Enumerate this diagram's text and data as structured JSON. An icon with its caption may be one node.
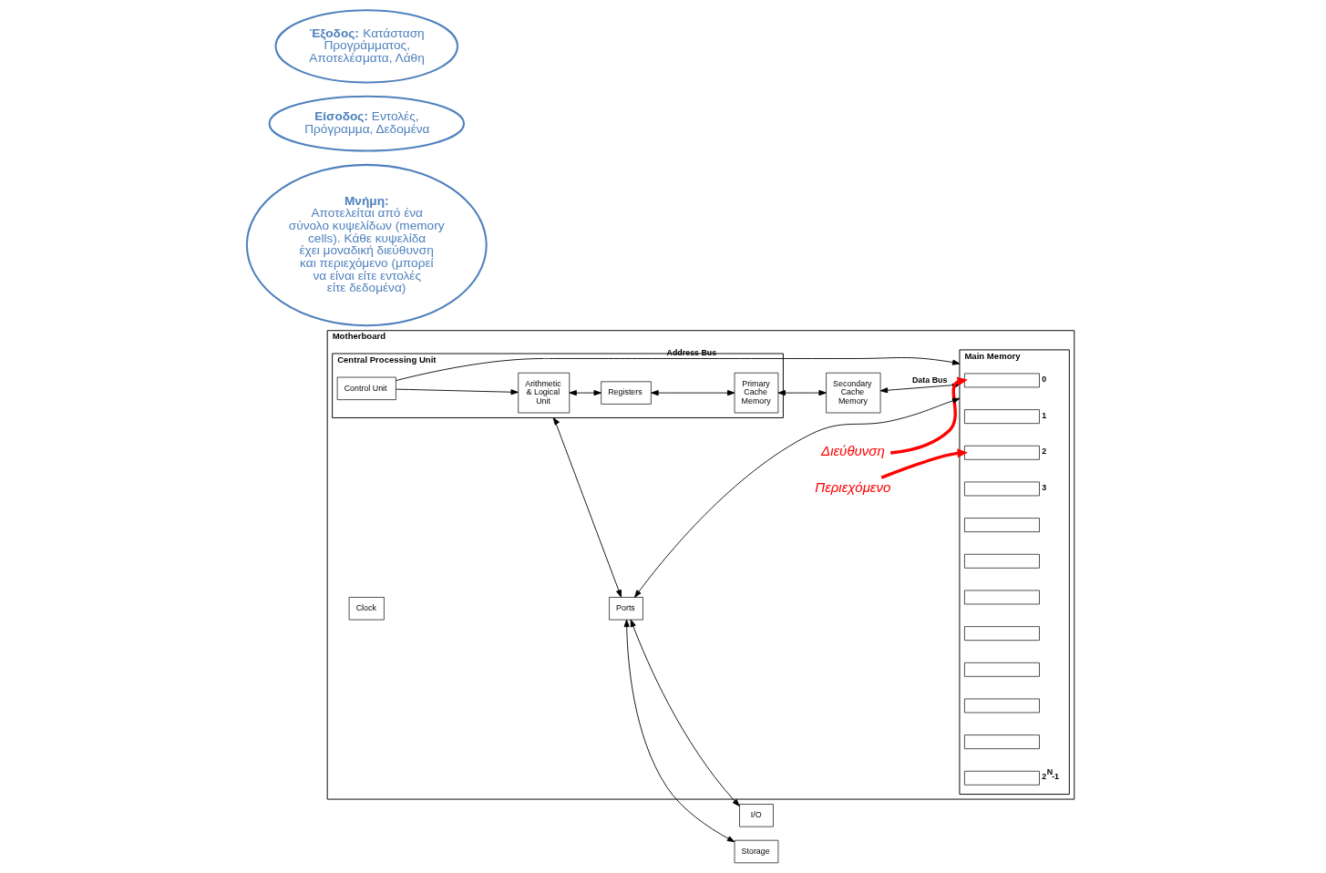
{
  "diagram": {
    "nodes": [
      {
        "text": [
          "Motherboard"
        ]
      },
      {
        "text": [
          "Central Processing Unit"
        ],
        "in": 0
      },
      {
        "text": [
          "Arithmetic & Logical Unit"
        ],
        "in": 1
      },
      {
        "text": [
          "Control Unit"
        ],
        "in": 1
      },
      {
        "text": [
          "Registers"
        ],
        "in": 1
      },
      {
        "text": [
          "Primary Cache Memory"
        ],
        "in": 1
      },
      {
        "text": [
          "Secondary Cache Memory"
        ],
        "in": 0
      },
      {
        "text": [
          "Main Memory"
        ],
        "in": 0
      },
      {
        "text": [],
        "shape": "box",
        "in": 7,
        "beside": [
          "0"
        ]
      },
      {
        "text": [],
        "shape": "box",
        "in": 7,
        "beside": [
          "1"
        ]
      },
      {
        "text": [],
        "shape": "box",
        "in": 7,
        "beside": [
          "2"
        ]
      },
      {
        "text": [],
        "shape": "box",
        "in": 7,
        "beside": [
          "3"
        ]
      },
      {
        "text": [],
        "shape": "box",
        "in": 7
      },
      {
        "text": [],
        "shape": "box",
        "in": 7
      },
      {
        "text": [],
        "shape": "box",
        "in": 7
      },
      {
        "text": [],
        "shape": "box",
        "in": 7
      },
      {
        "text": [],
        "shape": "box",
        "in": 7
      },
      {
        "text": [],
        "shape": "box",
        "in": 7
      },
      {
        "text": [],
        "shape": "box",
        "in": 7
      },
      {
        "text": [],
        "shape": "box",
        "in": 7,
        "beside": [
          "2$^{N}$-1"
        ]
      },
      {
        "text": [
          "Διεύθυνση"
        ],
        "in": 0
      },
      {
        "text": [
          "Περιεχόμενο"
        ],
        "in": 0
      },
      {
        "text": [
          "Ports"
        ],
        "in": 0
      },
      {
        "text": [
          "Clock"
        ],
        "in": 0
      },
      {
        "text": [
          "I/O"
        ]
      },
      {
        "text": [
          "Storage"
        ]
      },
      {
        "text": [
          "Μνήμη:",
          "Αποτελείται από ένα σύνολο κυψελίδων (memory cells). Κάθε κυψελίδα έχει μοναδική διεύθυνση και περιεχόμενο (μπορεί να είναι είτε εντολές είτε δεδομένα)"
        ]
      },
      {
        "text": [
          "**Είσοδος:** Εντολές, Πρόγραμμα, Δεδομένα"
        ]
      },
      {
        "text": [
          "**Έξοδος:** Κατάσταση Προγράμματος, Αποτελέσματα, Λάθη"
        ]
      }
    ],
    "edges": [
      {
        "from": 3,
        "to": 2,
        "arrow": "to"
      },
      {
        "from": 2,
        "to": 4,
        "arrow": "both"
      },
      {
        "from": 4,
        "to": 5,
        "arrow": "both"
      },
      {
        "from": 5,
        "to": 6,
        "arrow": "both"
      },
      {
        "from": 3,
        "to": 7,
        "arrow": "to",
        "label": "Address Bus"
      },
      {
        "from": 6,
        "to": 7,
        "arrow": "both",
        "label": "Data Bus"
      },
      {
        "from": 20,
        "to": 8,
        "arrow": "to",
        "style": "thick",
        "color": "#ff0000"
      },
      {
        "from": 21,
        "to": 10,
        "arrow": "to",
        "style": "thick",
        "color": "#ff0000"
      },
      {
        "from": 1,
        "to": 22,
        "arrow": "both"
      },
      {
        "from": 22,
        "to": 7,
        "arrow": "both"
      },
      {
        "from": 22,
        "to": 24,
        "arrow": "both"
      },
      {
        "from": 22,
        "to": 25,
        "arrow": "both"
      }
    ]
  }
}
